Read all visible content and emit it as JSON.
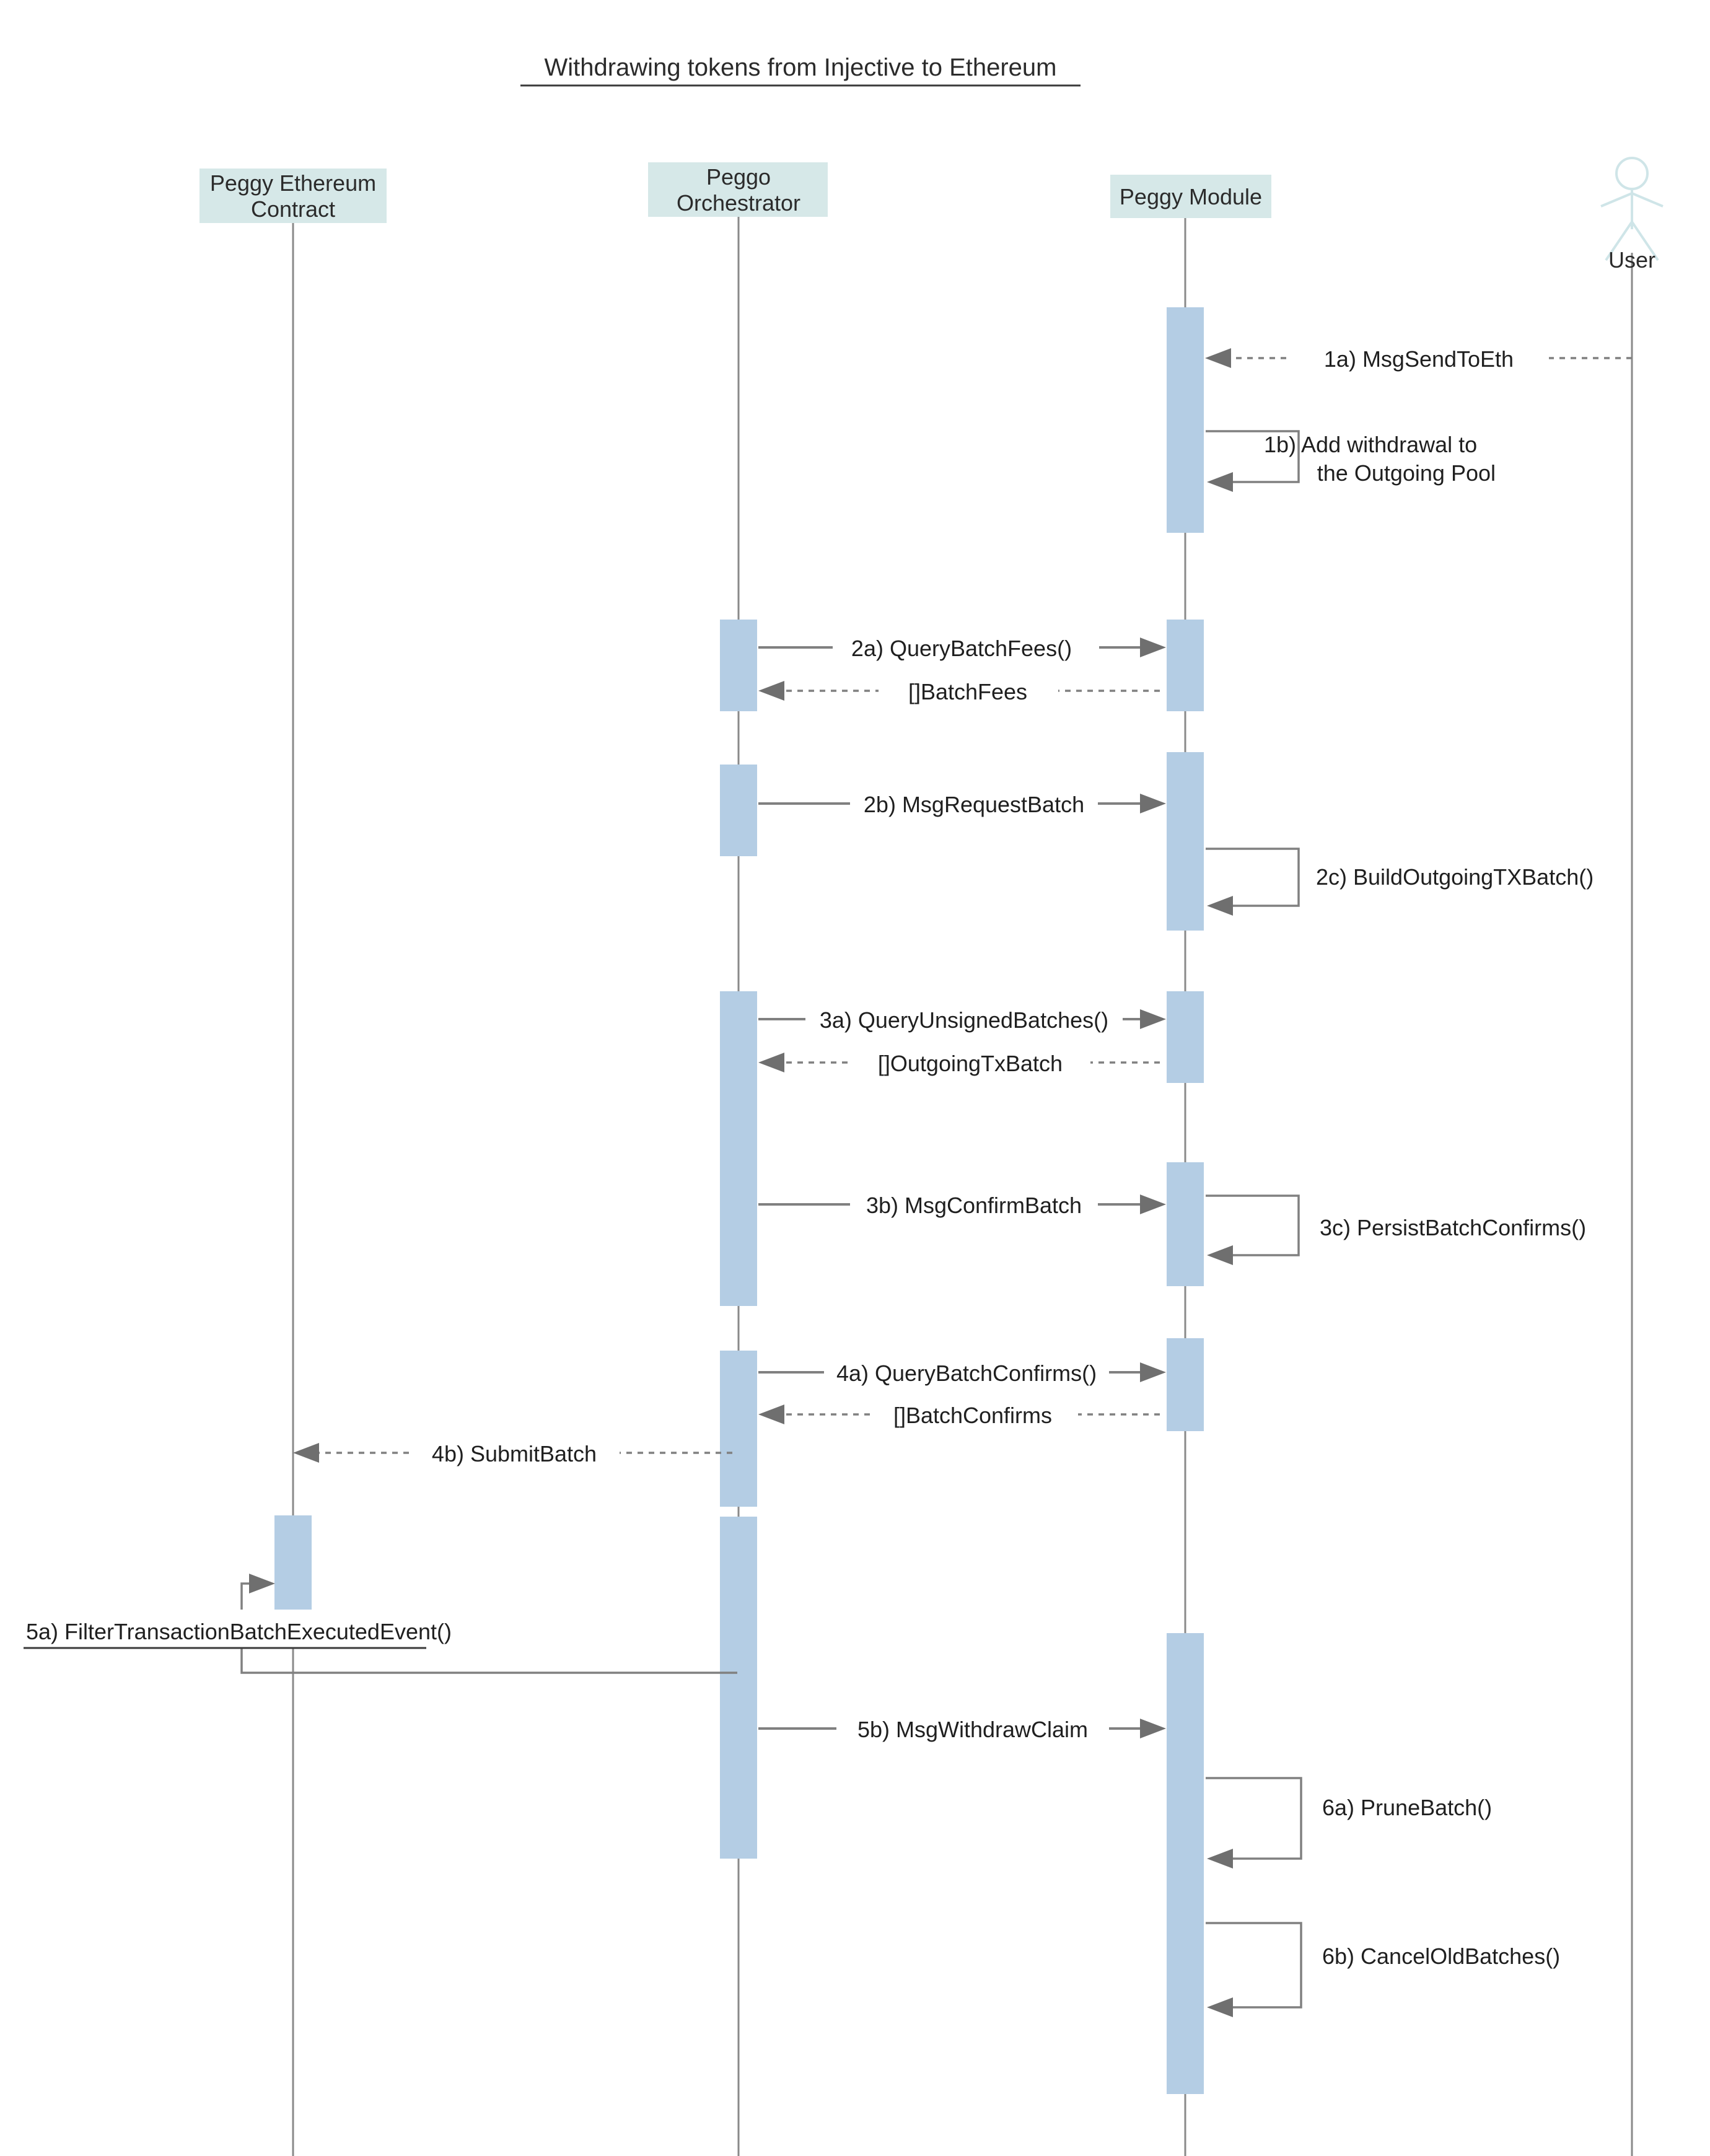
{
  "diagram": {
    "title": "Withdrawing tokens from Injective to Ethereum",
    "type": "uml-sequence-diagram",
    "colors": {
      "header_box_fill": "#d6e8e8",
      "activation_fill": "#b4cde4",
      "lifeline_stroke": "#8a8a8a",
      "arrow_stroke": "#808080",
      "actor_stroke": "#cfe5e8",
      "text": "#1f1f1f",
      "background": "#ffffff"
    }
  },
  "participants": [
    {
      "id": "eth-contract",
      "label_line1": "Peggy Ethereum",
      "label_line2": "Contract",
      "kind": "box"
    },
    {
      "id": "peggo",
      "label_line1": "Peggo",
      "label_line2": "Orchestrator",
      "kind": "box"
    },
    {
      "id": "peggy-module",
      "label_line1": "Peggy Module",
      "label_line2": "",
      "kind": "box"
    },
    {
      "id": "user",
      "label_line1": "User",
      "label_line2": "",
      "kind": "actor"
    }
  ],
  "messages": [
    {
      "id": "1a",
      "label": "1a) MsgSendToEth",
      "from": "user",
      "to": "peggy-module",
      "style": "dashed",
      "direction": "left",
      "kind": "call"
    },
    {
      "id": "1b",
      "label_line1": "1b) Add withdrawal to",
      "label_line2": "the Outgoing Pool",
      "label": "1b) Add withdrawal to the Outgoing Pool",
      "from": "peggy-module",
      "to": "peggy-module",
      "style": "solid",
      "kind": "self"
    },
    {
      "id": "2a",
      "label": "2a) QueryBatchFees()",
      "from": "peggo",
      "to": "peggy-module",
      "style": "solid",
      "direction": "right",
      "kind": "call"
    },
    {
      "id": "2a-r",
      "label": "[]BatchFees",
      "from": "peggy-module",
      "to": "peggo",
      "style": "dashed",
      "direction": "left",
      "kind": "return"
    },
    {
      "id": "2b",
      "label": "2b) MsgRequestBatch",
      "from": "peggo",
      "to": "peggy-module",
      "style": "solid",
      "direction": "right",
      "kind": "call"
    },
    {
      "id": "2c",
      "label": "2c) BuildOutgoingTXBatch()",
      "from": "peggy-module",
      "to": "peggy-module",
      "style": "solid",
      "kind": "self"
    },
    {
      "id": "3a",
      "label": "3a) QueryUnsignedBatches()",
      "from": "peggo",
      "to": "peggy-module",
      "style": "solid",
      "direction": "right",
      "kind": "call"
    },
    {
      "id": "3a-r",
      "label": "[]OutgoingTxBatch",
      "from": "peggy-module",
      "to": "peggo",
      "style": "dashed",
      "direction": "left",
      "kind": "return"
    },
    {
      "id": "3b",
      "label": "3b) MsgConfirmBatch",
      "from": "peggo",
      "to": "peggy-module",
      "style": "solid",
      "direction": "right",
      "kind": "call"
    },
    {
      "id": "3c",
      "label": "3c) PersistBatchConfirms()",
      "from": "peggy-module",
      "to": "peggy-module",
      "style": "solid",
      "kind": "self"
    },
    {
      "id": "4a",
      "label": "4a) QueryBatchConfirms()",
      "from": "peggo",
      "to": "peggy-module",
      "style": "solid",
      "direction": "right",
      "kind": "call"
    },
    {
      "id": "4a-r",
      "label": "[]BatchConfirms",
      "from": "peggy-module",
      "to": "peggo",
      "style": "dashed",
      "direction": "left",
      "kind": "return"
    },
    {
      "id": "4b",
      "label": "4b) SubmitBatch",
      "from": "peggo",
      "to": "eth-contract",
      "style": "dashed",
      "direction": "left",
      "kind": "call"
    },
    {
      "id": "5a",
      "label": "5a) FilterTransactionBatchExecutedEvent()",
      "from": "peggo",
      "to": "eth-contract",
      "style": "solid",
      "direction": "right",
      "kind": "wrap-call"
    },
    {
      "id": "5b",
      "label": "5b) MsgWithdrawClaim",
      "from": "peggo",
      "to": "peggy-module",
      "style": "solid",
      "direction": "right",
      "kind": "call"
    },
    {
      "id": "6a",
      "label": "6a) PruneBatch()",
      "from": "peggy-module",
      "to": "peggy-module",
      "style": "solid",
      "kind": "self"
    },
    {
      "id": "6b",
      "label": "6b) CancelOldBatches()",
      "from": "peggy-module",
      "to": "peggy-module",
      "style": "solid",
      "kind": "self"
    }
  ]
}
